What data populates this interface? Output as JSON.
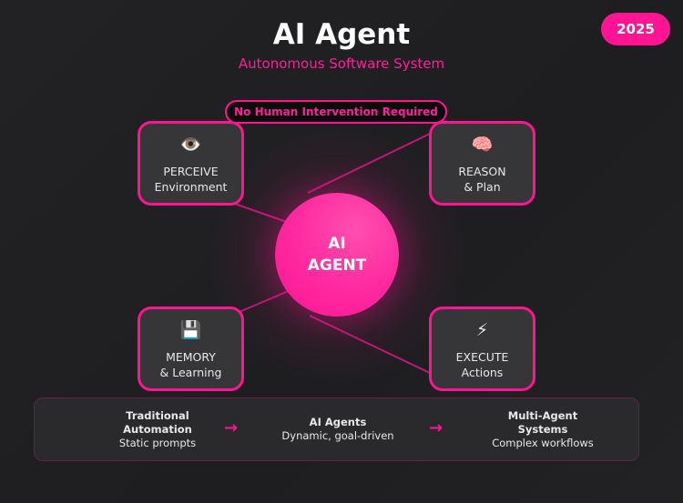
{
  "header": {
    "title": "AI Agent",
    "subtitle": "Autonomous Software System",
    "year_badge": "2025"
  },
  "banner": {
    "label": "No Human Intervention Required"
  },
  "hub": {
    "line1": "AI",
    "line2": "AGENT"
  },
  "nodes": [
    {
      "id": "perceive",
      "icon": "👁️",
      "icon_name": "eye-icon",
      "line1": "PERCEIVE",
      "line2": "Environment"
    },
    {
      "id": "reason",
      "icon": "🧠",
      "icon_name": "brain-icon",
      "line1": "REASON",
      "line2": "& Plan"
    },
    {
      "id": "memory",
      "icon": "💾",
      "icon_name": "floppy-disk-icon",
      "line1": "MEMORY",
      "line2": "& Learning"
    },
    {
      "id": "execute",
      "icon": "⚡",
      "icon_name": "lightning-icon",
      "line1": "EXECUTE",
      "line2": "Actions"
    }
  ],
  "evolution": {
    "stages": [
      {
        "title_line1": "Traditional",
        "title_line2": "Automation",
        "desc": "Static prompts"
      },
      {
        "title_line1": "AI Agents",
        "title_line2": "",
        "desc": "Dynamic, goal-driven"
      },
      {
        "title_line1": "Multi-Agent",
        "title_line2": "Systems",
        "desc": "Complex workflows"
      }
    ],
    "arrow": "→"
  },
  "colors": {
    "accent": "#ff1493",
    "background": "#1f1f21",
    "node_fill": "#363638",
    "text": "#e8e8e8"
  }
}
